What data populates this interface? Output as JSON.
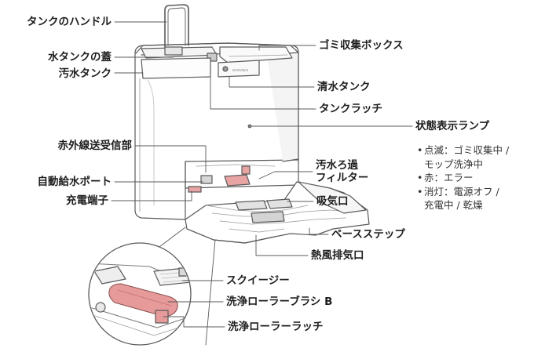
{
  "labels": {
    "tank_handle": "タンクのハンドル",
    "water_tank_lid": "水タンクの蓋",
    "dirty_water_tank": "汚水タンク",
    "infrared_transceiver": "赤外線送受信部",
    "auto_water_port": "自動給水ポート",
    "charging_terminal": "充電端子",
    "dust_bin": "ゴミ収集ボックス",
    "clean_water_tank": "清水タンク",
    "tank_latch": "タンクラッチ",
    "status_light": "状態表示ランプ",
    "dirty_water_filter_line1": "汚水ろ過",
    "dirty_water_filter_line2": "フィルター",
    "suction_port": "吸気口",
    "base_step": "ベースステップ",
    "hot_air_vent": "熱風排気口",
    "squeegee": "スクイージー",
    "roller_brush_b": "洗浄ローラーブラシ B",
    "roller_latch": "洗浄ローラーラッチ"
  },
  "status_items": [
    {
      "bullet": "•",
      "line1": "点滅：ゴミ収集中 /",
      "line2": "モップ洗浄中"
    },
    {
      "bullet": "•",
      "line1": "赤：エラー",
      "line2": ""
    },
    {
      "bullet": "•",
      "line1": "消灯：電源オフ /",
      "line2": "充電中 / 乾燥"
    }
  ],
  "device_logo_text": "ecovacs",
  "colors": {
    "line": "#5a5a5a",
    "roller_pink": "#e79a9a",
    "accent_pink": "#e8a3a3",
    "body_fill": "#ffffff",
    "shade": "#d9d9d9"
  }
}
